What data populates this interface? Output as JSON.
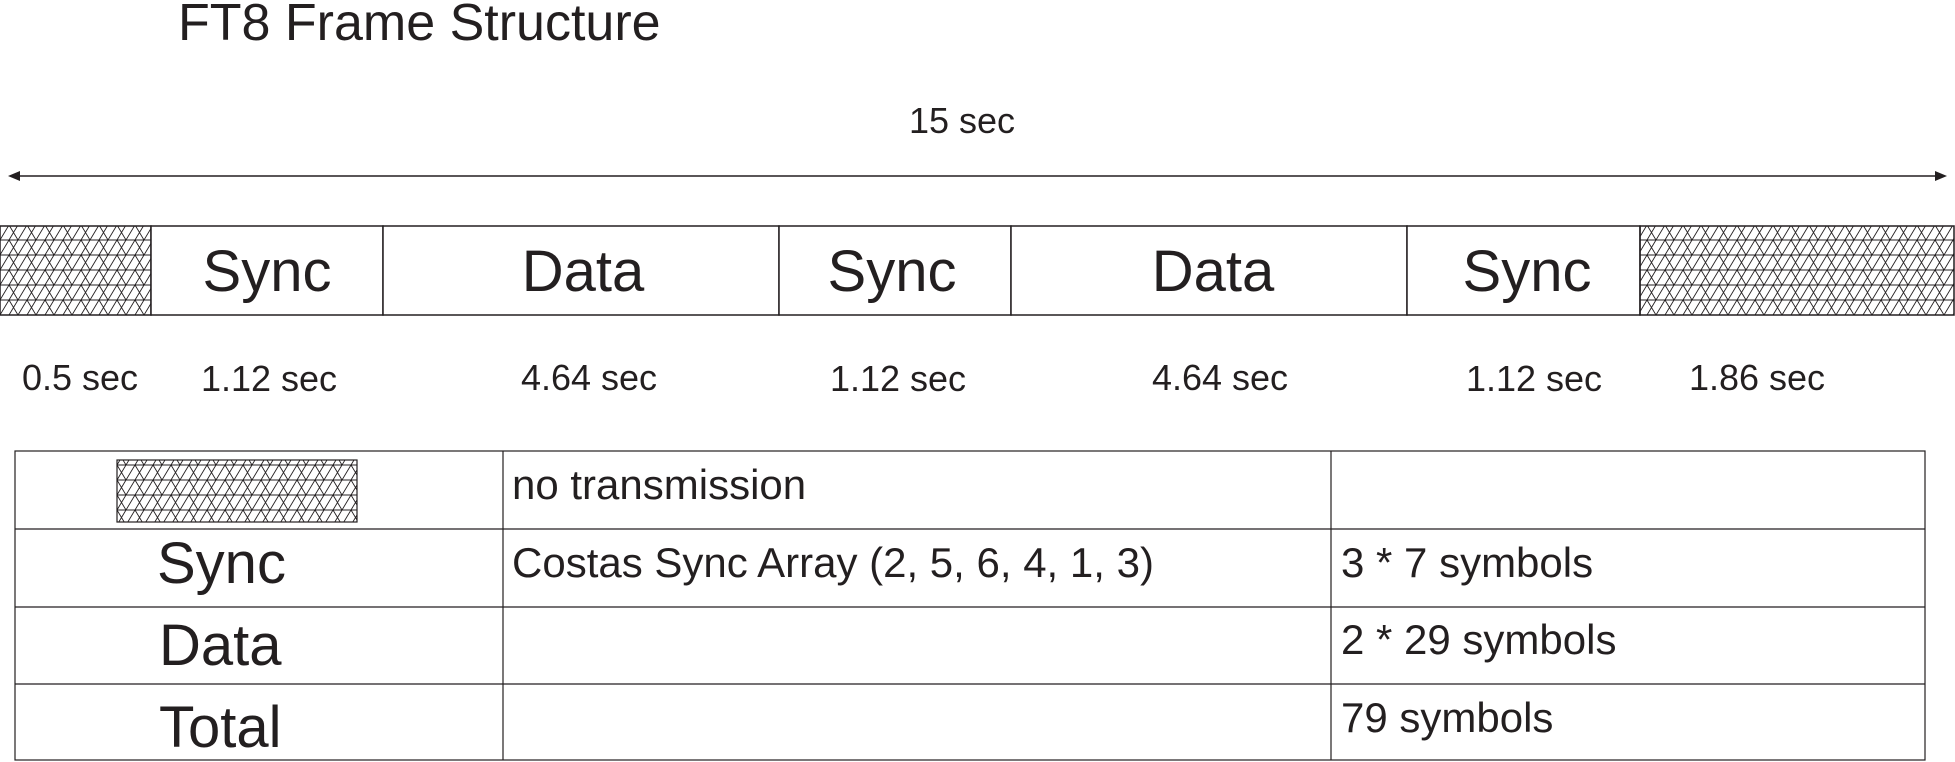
{
  "title": "FT8 Frame Structure",
  "total_duration": "15 sec",
  "frame": {
    "segments": [
      {
        "kind": "blank",
        "label": "",
        "duration": "0.5 sec"
      },
      {
        "kind": "sync",
        "label": "Sync",
        "duration": "1.12 sec"
      },
      {
        "kind": "data",
        "label": "Data",
        "duration": "4.64 sec"
      },
      {
        "kind": "sync",
        "label": "Sync",
        "duration": "1.12 sec"
      },
      {
        "kind": "data",
        "label": "Data",
        "duration": "4.64 sec"
      },
      {
        "kind": "sync",
        "label": "Sync",
        "duration": "1.12 sec"
      },
      {
        "kind": "blank",
        "label": "",
        "duration": "1.86 sec"
      }
    ]
  },
  "legend": {
    "rows": [
      {
        "key": "",
        "key_pattern": "crosshatch",
        "description": "no transmission",
        "symbols": ""
      },
      {
        "key": "Sync",
        "description": "Costas Sync Array (2, 5, 6, 4, 1, 3)",
        "symbols": "3 * 7 symbols"
      },
      {
        "key": "Data",
        "description": "",
        "symbols": "2 * 29 symbols"
      },
      {
        "key": "Total",
        "description": "",
        "symbols": "79 symbols"
      }
    ]
  },
  "colors": {
    "line": "#231f20",
    "text": "#231f20",
    "background": "#ffffff"
  }
}
